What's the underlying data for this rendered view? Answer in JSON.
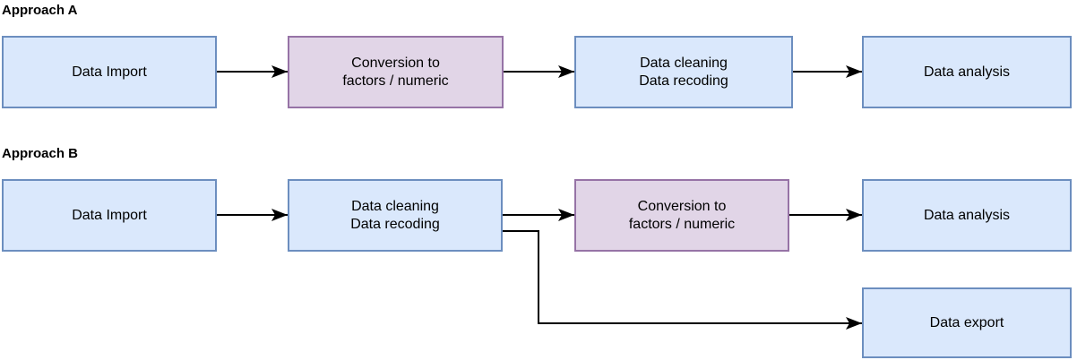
{
  "colors": {
    "background": "#ffffff",
    "box_blue_fill": "#dae8fc",
    "box_blue_border": "#6c8ebf",
    "box_purple_fill": "#e1d5e7",
    "box_purple_border": "#9673a6",
    "arrow": "#000000",
    "text": "#000000"
  },
  "approach_a": {
    "title": "Approach A",
    "nodes": [
      {
        "id": "data-import",
        "style": "blue",
        "lines": [
          "Data Import"
        ]
      },
      {
        "id": "conversion",
        "style": "purple",
        "lines": [
          "Conversion to",
          "factors / numeric"
        ]
      },
      {
        "id": "cleaning-recoding",
        "style": "blue",
        "lines": [
          "Data cleaning",
          "Data recoding"
        ]
      },
      {
        "id": "data-analysis",
        "style": "blue",
        "lines": [
          "Data analysis"
        ]
      }
    ]
  },
  "approach_b": {
    "title": "Approach B",
    "nodes": [
      {
        "id": "data-import",
        "style": "blue",
        "lines": [
          "Data Import"
        ]
      },
      {
        "id": "cleaning-recoding",
        "style": "blue",
        "lines": [
          "Data cleaning",
          "Data recoding"
        ]
      },
      {
        "id": "conversion",
        "style": "purple",
        "lines": [
          "Conversion to",
          "factors / numeric"
        ]
      },
      {
        "id": "data-analysis",
        "style": "blue",
        "lines": [
          "Data analysis"
        ]
      },
      {
        "id": "data-export",
        "style": "blue",
        "lines": [
          "Data export"
        ]
      }
    ]
  }
}
